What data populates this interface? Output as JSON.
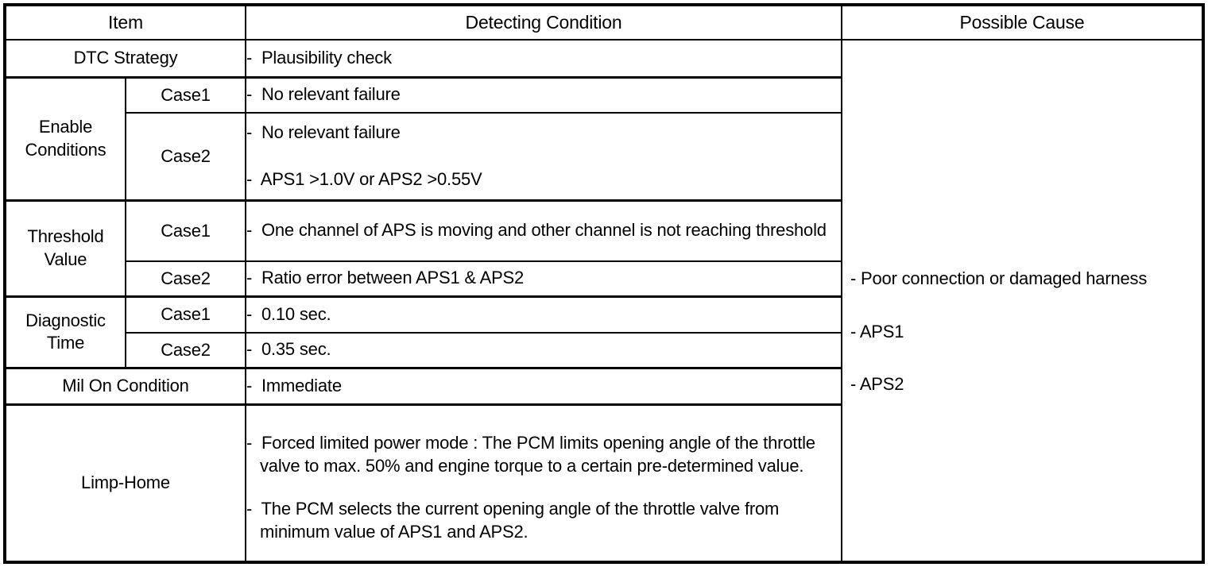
{
  "table": {
    "headers": {
      "item": "Item",
      "detecting_condition": "Detecting Condition",
      "possible_cause": "Possible Cause"
    },
    "rows": {
      "dtc_strategy": {
        "label": "DTC Strategy",
        "condition": "-  Plausibility check"
      },
      "enable_conditions": {
        "label_line1": "Enable",
        "label_line2": "Conditions",
        "case1": {
          "case": "Case1",
          "condition": "-  No relevant failure"
        },
        "case2": {
          "case": "Case2",
          "condition_line1": "-  No relevant failure",
          "condition_line2": "-  APS1 >1.0V or APS2 >0.55V"
        }
      },
      "threshold_value": {
        "label_line1": "Threshold",
        "label_line2": "Value",
        "case1": {
          "case": "Case1",
          "condition": "-  One channel of APS is moving and other channel is not reaching threshold"
        },
        "case2": {
          "case": "Case2",
          "condition": "-  Ratio error between APS1 & APS2"
        }
      },
      "diagnostic_time": {
        "label_line1": "Diagnostic",
        "label_line2": "Time",
        "case1": {
          "case": "Case1",
          "condition": "-  0.10 sec."
        },
        "case2": {
          "case": "Case2",
          "condition": "-  0.35 sec."
        }
      },
      "mil_on_condition": {
        "label": "Mil On Condition",
        "condition": "-  Immediate"
      },
      "limp_home": {
        "label": "Limp-Home",
        "condition_line1": "-  Forced limited power mode : The PCM limits opening angle of the throttle valve to max. 50% and engine torque to a certain pre-determined value.",
        "condition_line2": "-  The PCM selects the current opening angle of the throttle valve from minimum value of APS1 and APS2."
      }
    },
    "possible_causes": [
      "-  Poor connection or damaged harness",
      "-  APS1",
      "-  APS2"
    ]
  },
  "colors": {
    "border": "#000000",
    "text": "#000000",
    "background": "#ffffff"
  }
}
